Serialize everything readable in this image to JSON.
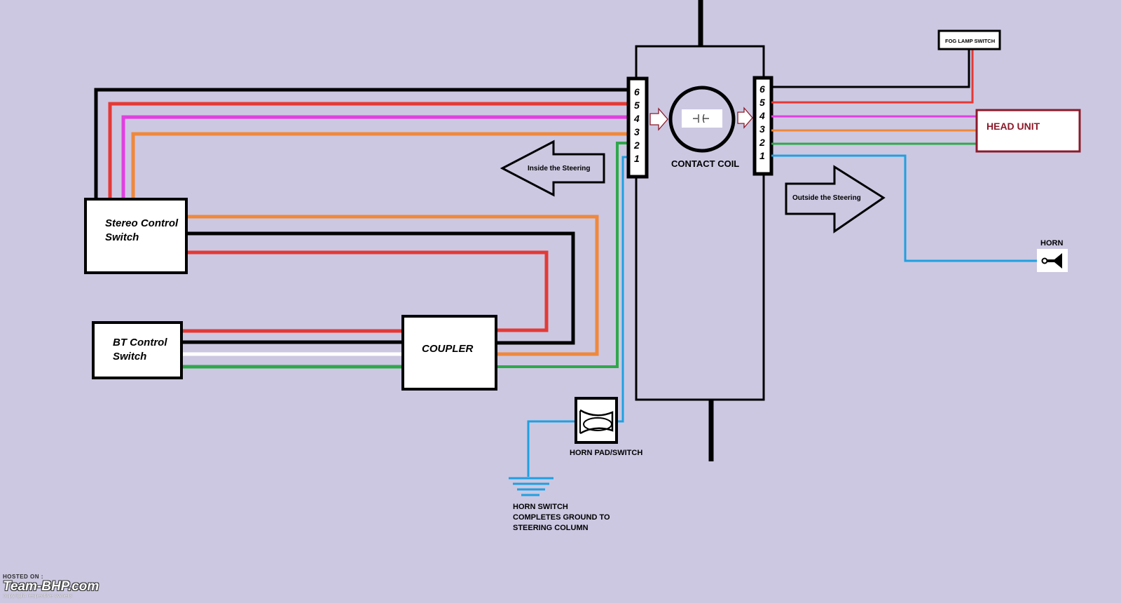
{
  "colors": {
    "background": "#ccc8e2",
    "black": "#000000",
    "red": "#e53935",
    "magenta": "#e040e0",
    "orange": "#f0883a",
    "green": "#2fa84a",
    "blue": "#1fa0e0",
    "white": "#ffffff",
    "head_unit_border": "#8b1a2a"
  },
  "labels": {
    "stereo_switch_line1": "Stereo Control",
    "stereo_switch_line2": "Switch",
    "bt_switch_line1": "BT Control",
    "bt_switch_line2": "Switch",
    "coupler": "COUPLER",
    "contact_coil": "CONTACT COIL",
    "inside_steering": "Inside the Steering",
    "outside_steering": "Outside the Steering",
    "fog_lamp_switch": "FOG LAMP SWITCH",
    "head_unit": "HEAD UNIT",
    "horn": "HORN",
    "horn_pad": "HORN PAD/SWITCH",
    "horn_note_line1": "HORN SWITCH",
    "horn_note_line2": "COMPLETES GROUND TO",
    "horn_note_line3": "STEERING COLUMN"
  },
  "pins_left": [
    "6",
    "5",
    "4",
    "3",
    "2",
    "1"
  ],
  "pins_right": [
    "6",
    "5",
    "4",
    "3",
    "2",
    "1"
  ],
  "watermark": {
    "hosted_on": "HOSTED ON :",
    "brand": "Team-BHP.com",
    "copyright": "copyright respective owners"
  },
  "icons": {
    "contact_coil_symbol": "capacitor-icon",
    "horn_symbol": "horn-icon",
    "horn_pad_symbol": "horn-pad-icon",
    "ground_symbol": "ground-icon"
  }
}
